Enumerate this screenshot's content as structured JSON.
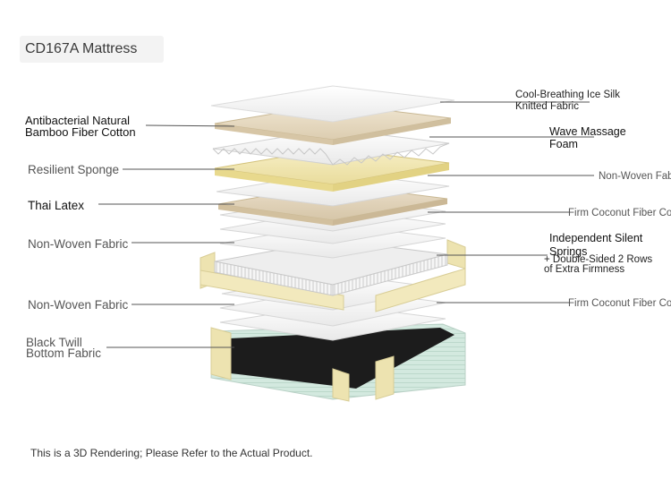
{
  "title": "CD167A Mattress",
  "labels": {
    "cool_silk": "Cool-Breathing Ice Silk Knitted Fabric",
    "cool_silk_l1": "Cool-Breathing Ice Silk",
    "cool_silk_l2": "Knitted Fabric",
    "bamboo_l1": "Antibacterial Natural",
    "bamboo_l2": "Bamboo Fiber Cotton",
    "wave_l1": "Wave Massage",
    "wave_l2": "Foam",
    "resilient": "Resilient Sponge",
    "non_woven_right": "Non-Woven Fabric",
    "thai_latex": "Thai Latex",
    "coconut_1": "Firm Coconut Fiber Cotton",
    "non_woven_left_1": "Non-Woven Fabric",
    "springs_l1": "Independent Silent",
    "springs_l2": "Springs",
    "springs_l3": "+ Double-Sided 2 Rows",
    "springs_l4": "of Extra Firmness",
    "non_woven_left_2": "Non-Woven Fabric",
    "coconut_2": "Firm Coconut Fiber Cotton",
    "twill_l1": "Black Twill",
    "twill_l2": "Bottom Fabric"
  },
  "footer": "This is a 3D Rendering; Please Refer to the Actual Product.",
  "colors": {
    "white_layer": "#f4f4f4",
    "bamboo": "#e8dcc4",
    "resilient": "#f1e6b2",
    "latex": "#e0d2bc",
    "frame": "#ede3b0",
    "bottom_green": "#cfe6dc",
    "bottom_black": "#1c1c1c",
    "leader": "#555555"
  }
}
